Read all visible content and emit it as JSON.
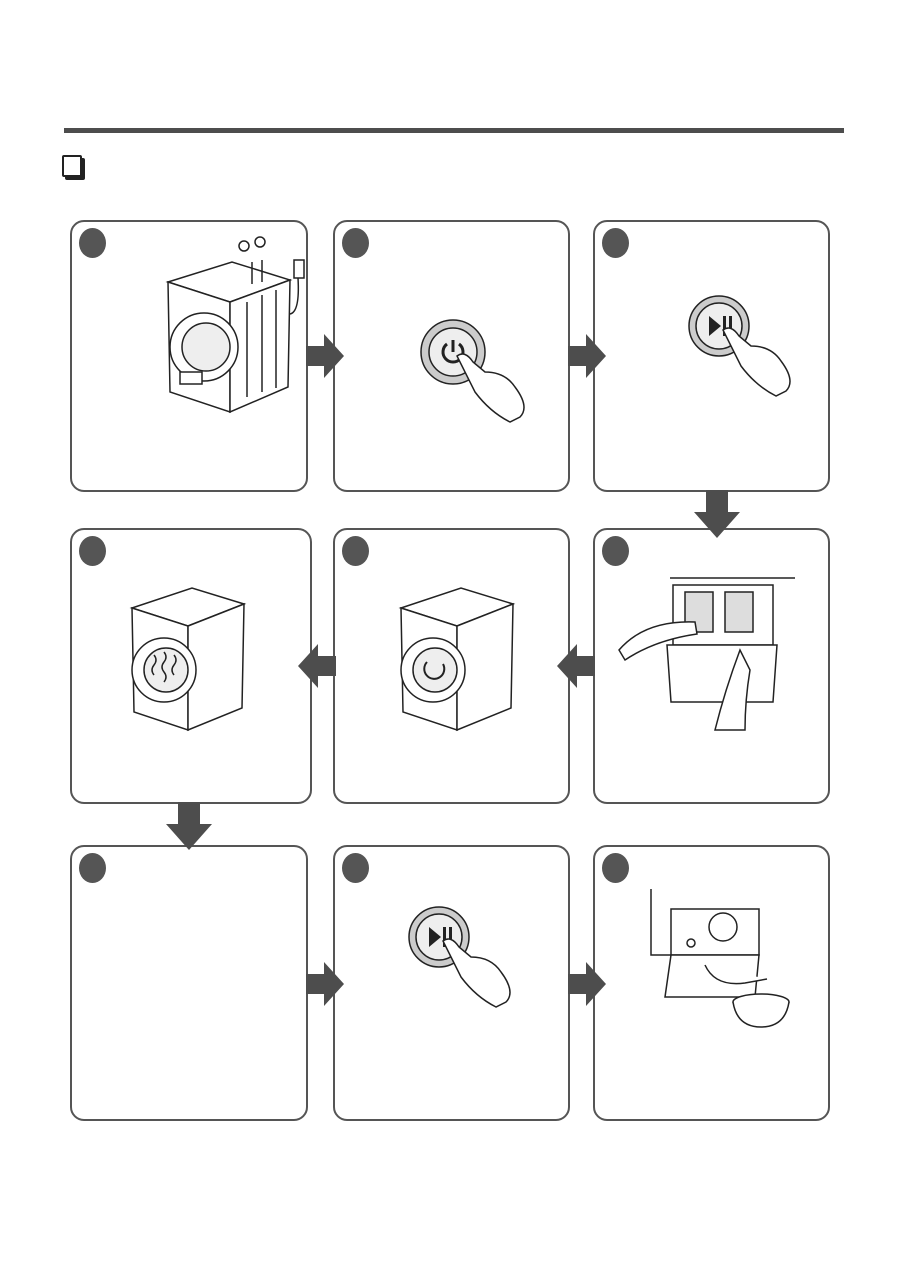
{
  "header": {
    "checkbox_icon": "checkbox-icon"
  },
  "colors": {
    "rule": "#4d4d4d",
    "panel_border": "#555555",
    "step_badge": "#555555",
    "arrow": "#4d4d4d"
  },
  "steps": [
    {
      "illustration": "washer-with-water-taps-and-power-plug"
    },
    {
      "illustration": "power-button-press"
    },
    {
      "illustration": "start-pause-button-press"
    },
    {
      "illustration": "detergent-drawer-open"
    },
    {
      "illustration": "washer-drum-rotating"
    },
    {
      "illustration": "washer-drum-drying-heat"
    },
    {
      "illustration": "blank"
    },
    {
      "illustration": "start-pause-button-press"
    },
    {
      "illustration": "drain-filter-with-bowl"
    }
  ],
  "flow": [
    "right",
    "right",
    "down",
    "left",
    "left",
    "down",
    "right",
    "right"
  ]
}
